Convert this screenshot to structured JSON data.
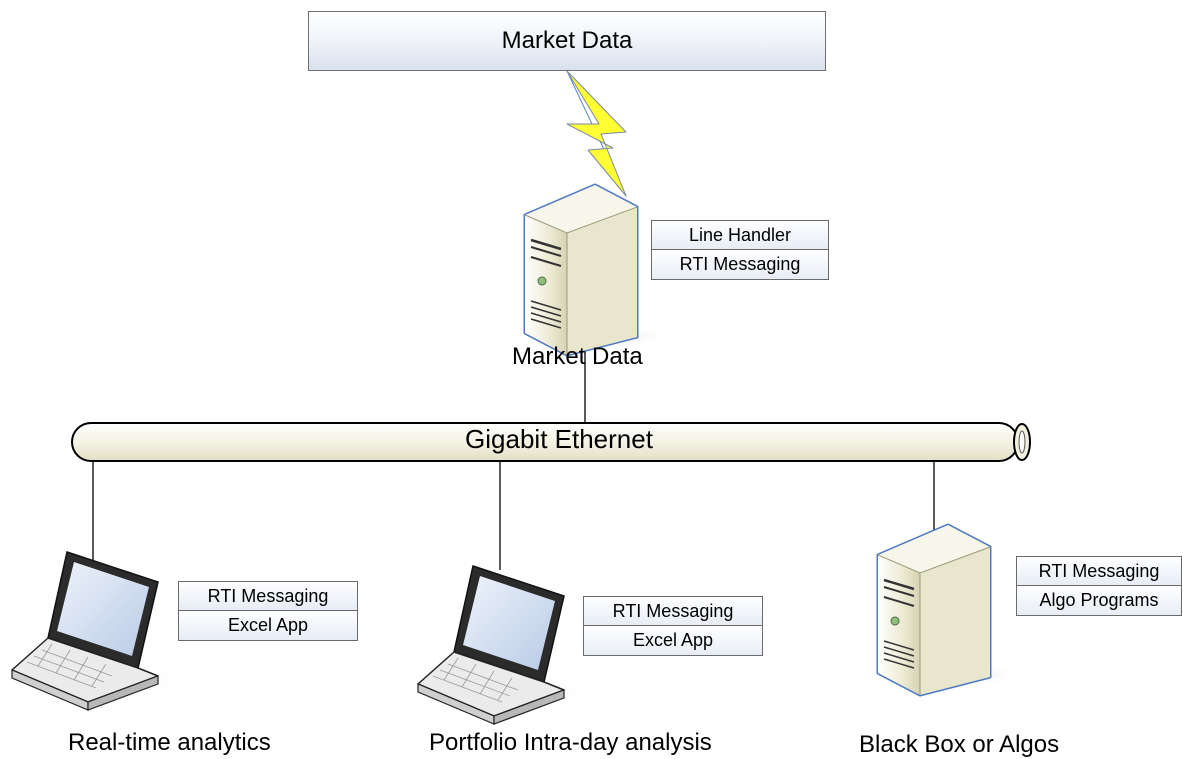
{
  "source": {
    "title": "Market Data"
  },
  "feed_server": {
    "label": "Market Data",
    "stack": [
      "Line Handler",
      "RTI Messaging"
    ]
  },
  "network": {
    "label": "Gigabit Ethernet"
  },
  "clients": [
    {
      "label": "Real-time analytics",
      "device": "laptop",
      "stack": [
        "RTI Messaging",
        "Excel App"
      ]
    },
    {
      "label": "Portfolio Intra-day analysis",
      "device": "laptop",
      "stack": [
        "RTI Messaging",
        "Excel App"
      ]
    },
    {
      "label": "Black Box or Algos",
      "device": "server",
      "stack": [
        "RTI Messaging",
        "Algo Programs"
      ]
    }
  ],
  "colors": {
    "lightning": "#ffff33",
    "server_outline": "#4f79c2",
    "server_body": "#ecead2",
    "screen": "#d8e4f4"
  }
}
